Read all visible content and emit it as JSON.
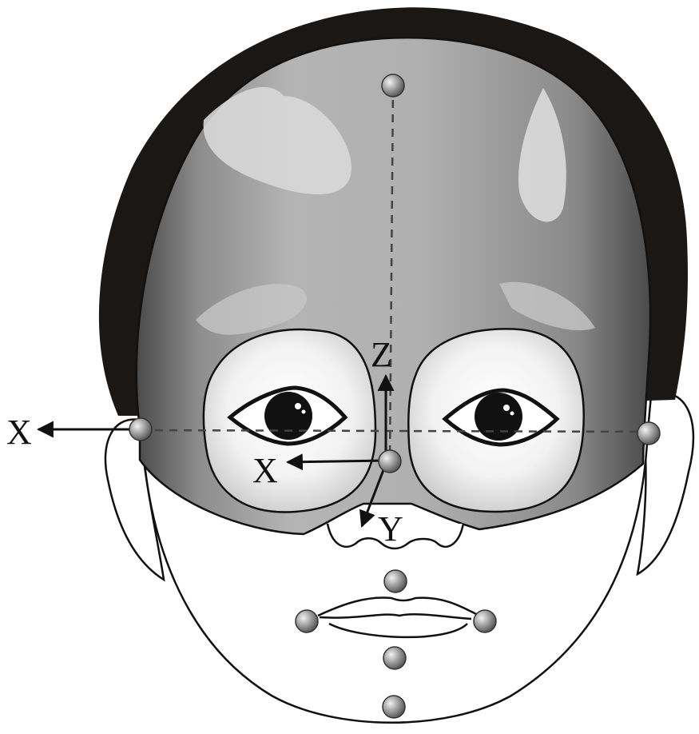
{
  "labels": {
    "x_outer": "X",
    "x_inner": "X",
    "y": "Y",
    "z": "Z"
  },
  "colors": {
    "hair": "#1b1714",
    "cap_mid": "#a9a9a9",
    "cap_light": "#cfcfcf",
    "cap_dark": "#5e5e5e",
    "outline": "#111111",
    "marker": "#9a9a9a",
    "skin": "#ffffff"
  },
  "markers": [
    "top-of-head-marker",
    "left-temple-marker",
    "right-temple-marker",
    "nasion-marker",
    "upper-lip-marker",
    "left-mouth-corner-marker",
    "right-mouth-corner-marker",
    "lower-lip-marker",
    "chin-marker"
  ]
}
